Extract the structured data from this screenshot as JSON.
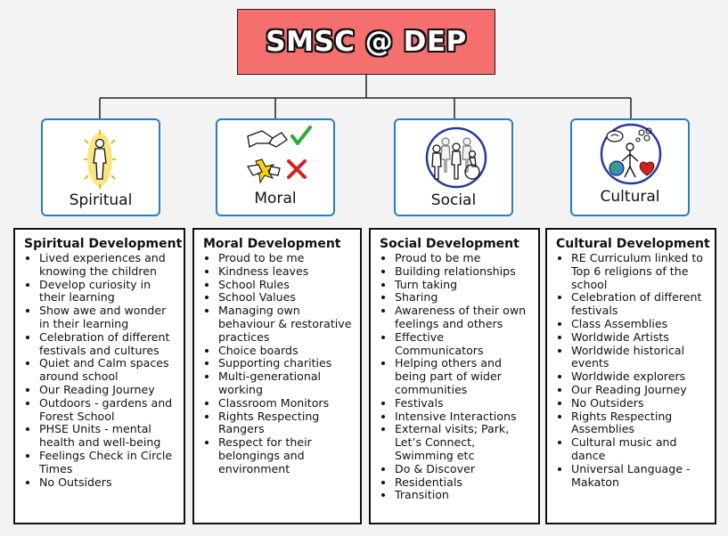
{
  "title": "SMSC @ DEP",
  "columns": [
    {
      "key": "spiritual",
      "card_label": "Spiritual",
      "heading": "Spiritual Development",
      "items": [
        "Lived experiences and knowing the children",
        "Develop curiosity in their learning",
        "Show awe and wonder in their learning",
        "Celebration of different festivals and cultures",
        "Quiet and Calm spaces around school",
        "Our Reading Journey",
        "Outdoors - gardens and Forest School",
        "PHSE Units - mental health and well-being",
        "Feelings Check in Circle Times",
        "No Outsiders"
      ]
    },
    {
      "key": "moral",
      "card_label": "Moral",
      "heading": "Moral Development",
      "items": [
        "Proud to be me",
        "Kindness leaves",
        "School Rules",
        "School Values",
        "Managing own behaviour & restorative practices",
        "Choice boards",
        "Supporting charities",
        "Multi-generational working",
        "Classroom Monitors",
        "Rights Respecting Rangers",
        "Respect for their belongings and environment"
      ]
    },
    {
      "key": "social",
      "card_label": "Social",
      "heading": "Social Development",
      "items": [
        "Proud to be me",
        "Building relationships",
        "Turn taking",
        "Sharing",
        "Awareness of their own feelings and others",
        "Effective Communicators",
        "Helping others and being part of wider communities",
        "Festivals",
        "Intensive Interactions",
        "External visits; Park, Let’s Connect, Swimming etc",
        "Do & Discover",
        "Residentials",
        "Transition"
      ]
    },
    {
      "key": "cultural",
      "card_label": "Cultural",
      "heading": "Cultural Development",
      "items": [
        "RE Curriculum linked to Top 6 religions of the school",
        "Celebration of different festivals",
        "Class Assemblies",
        "Worldwide Artists",
        "Worldwide historical events",
        "Worldwide explorers",
        "Our Reading Journey",
        "No Outsiders",
        "Rights Respecting Assemblies",
        "Cultural music and dance",
        "Universal Language - Makaton"
      ]
    }
  ],
  "colors": {
    "title_fill": "#f56f6f",
    "card_border": "#2a7fb8",
    "check_green": "#2eaa3a",
    "cross_red": "#d62020",
    "glow_yellow": "#f5d21a"
  },
  "icons": {
    "spiritual": "glowing-person-icon",
    "moral": "right-wrong-handshake-icon",
    "social": "community-people-icon",
    "cultural": "culture-world-icon"
  }
}
